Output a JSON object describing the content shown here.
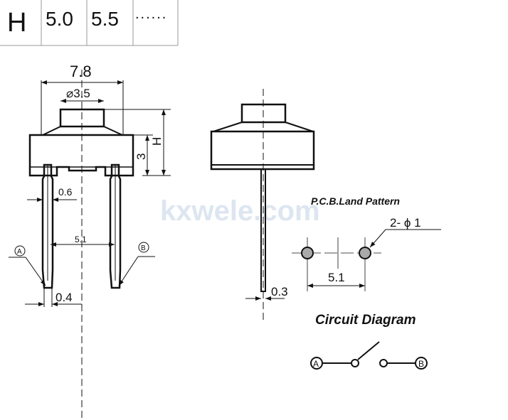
{
  "table": {
    "header": "H",
    "values": [
      "5.0",
      "5.5",
      "......"
    ]
  },
  "front_view": {
    "width": "7.8",
    "button_dia": "⌀3.5",
    "height_label": "H",
    "body_height": "3",
    "lead_width": "0.6",
    "pitch": "5.1",
    "tip_width": "0.4",
    "terminal_a": "A",
    "terminal_b": "B"
  },
  "side_view": {
    "lead_thickness": "0.3"
  },
  "watermark": "kxwele.com",
  "pcb": {
    "title": "P.C.B.Land Pattern",
    "hole_label": "2- ϕ 1",
    "pitch": "5.1"
  },
  "circuit": {
    "title": "Circuit Diagram",
    "terminal_a": "A",
    "terminal_b": "B"
  }
}
